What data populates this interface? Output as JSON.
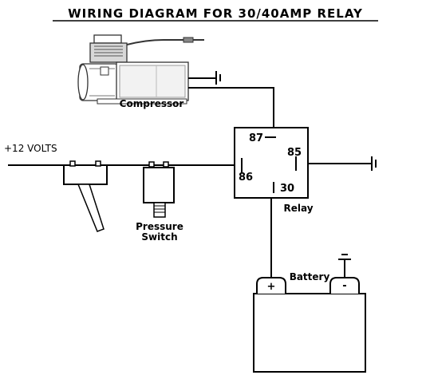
{
  "title": "WIRING DIAGRAM FOR 30/40AMP RELAY",
  "labels": {
    "compressor": "Compressor",
    "volts": "+12 VOLTS",
    "pressure_switch_line1": "Pressure",
    "pressure_switch_line2": "Switch",
    "relay": "Relay",
    "battery": "Battery"
  },
  "relay_pins": {
    "p87": "87",
    "p85": "85",
    "p86": "86",
    "p30": "30"
  },
  "battery_terminals": {
    "positive": "+",
    "negative": "-"
  },
  "icons": [
    "compressor-icon",
    "ground-symbol-icon",
    "inline-fuse-icon",
    "pressure-switch-icon",
    "relay-icon",
    "battery-icon"
  ]
}
